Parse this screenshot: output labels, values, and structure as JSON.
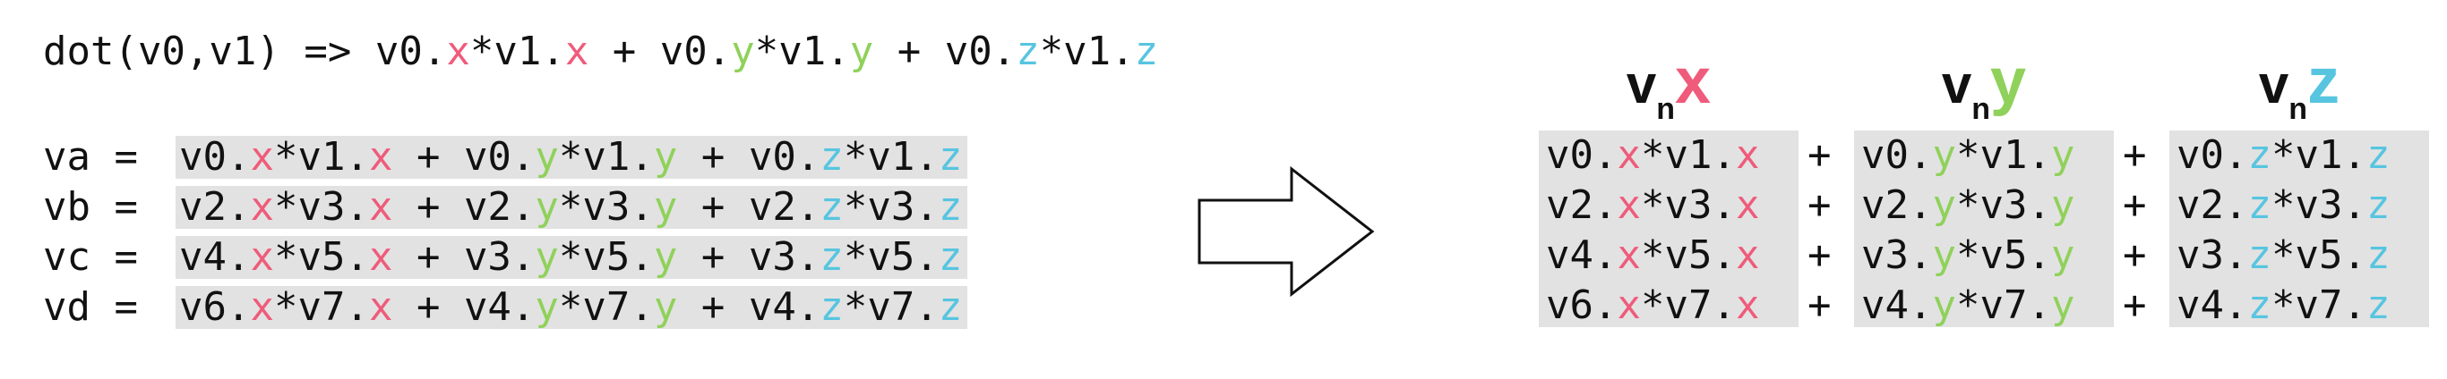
{
  "header": {
    "prefix": "dot(v0,v1) => v0.",
    "t1": "x",
    "m1": "*v1.",
    "t2": "x",
    "mid1": " + v0.",
    "t3": "y",
    "m2": "*v1.",
    "t4": "y",
    "mid2": " + v0.",
    "t5": "z",
    "m3": "*v1.",
    "t6": "z"
  },
  "left_rows": [
    {
      "label": "va =",
      "a": "v0",
      "b": "v1",
      "c": "v0",
      "d": "v1",
      "e": "v0",
      "f": "v1"
    },
    {
      "label": "vb =",
      "a": "v2",
      "b": "v3",
      "c": "v2",
      "d": "v3",
      "e": "v2",
      "f": "v3"
    },
    {
      "label": "vc =",
      "a": "v4",
      "b": "v5",
      "c": "v3",
      "d": "v5",
      "e": "v3",
      "f": "v5"
    },
    {
      "label": "vd =",
      "a": "v6",
      "b": "v7",
      "c": "v4",
      "d": "v7",
      "e": "v4",
      "f": "v7"
    }
  ],
  "columns": [
    {
      "v": "v",
      "n": "n",
      "axis": "x",
      "color": "#ef5b7a"
    },
    {
      "v": "v",
      "n": "n",
      "axis": "y",
      "color": "#8fd15a"
    },
    {
      "v": "v",
      "n": "n",
      "axis": "z",
      "color": "#57c5e0"
    }
  ],
  "right_rows": [
    {
      "x": [
        "v0",
        "v1"
      ],
      "y": [
        "v0",
        "v1"
      ],
      "z": [
        "v0",
        "v1"
      ]
    },
    {
      "x": [
        "v2",
        "v3"
      ],
      "y": [
        "v2",
        "v3"
      ],
      "z": [
        "v2",
        "v3"
      ]
    },
    {
      "x": [
        "v4",
        "v5"
      ],
      "y": [
        "v3",
        "v5"
      ],
      "z": [
        "v3",
        "v5"
      ]
    },
    {
      "x": [
        "v6",
        "v7"
      ],
      "y": [
        "v4",
        "v7"
      ],
      "z": [
        "v4",
        "v7"
      ]
    }
  ],
  "tokens": {
    "dot": ".",
    "mul": "*",
    "plus": "+"
  },
  "colors": {
    "x": "#ef5b7a",
    "y": "#8fd15a",
    "z": "#57c5e0",
    "highlight": "#e2e2e2"
  }
}
